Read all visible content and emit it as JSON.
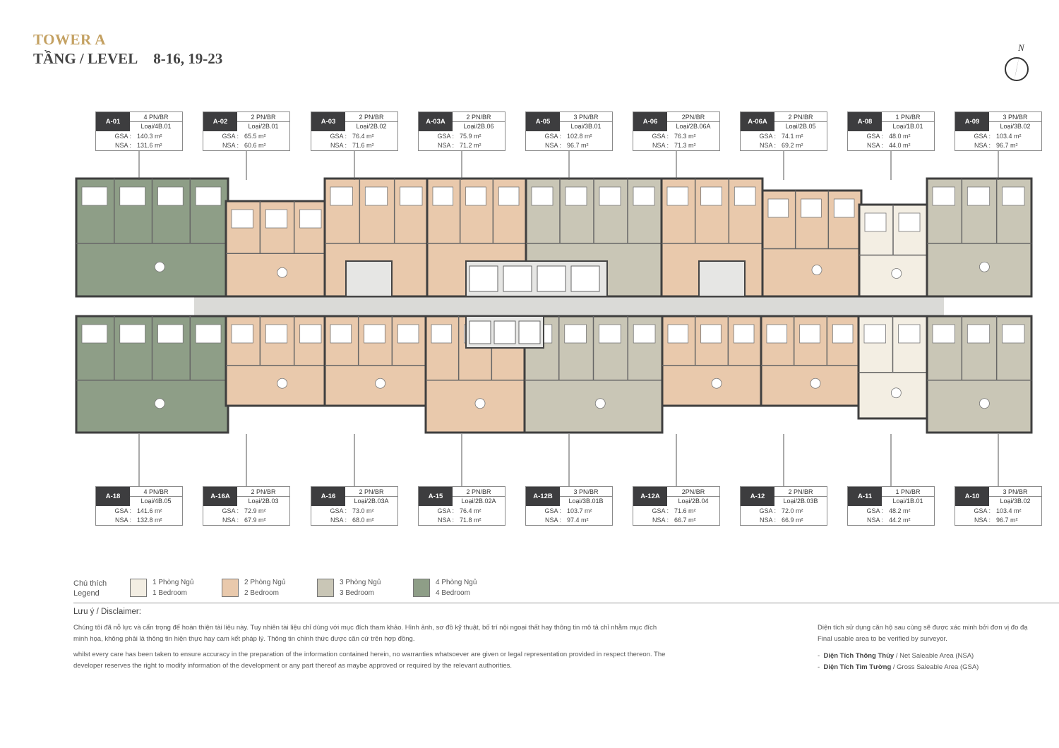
{
  "header": {
    "tower": "TOWER A",
    "level_label": "TẦNG / LEVEL",
    "level_range": "8-16, 19-23"
  },
  "compass": {
    "label": "N"
  },
  "area_labels": {
    "gsa": "GSA :",
    "nsa": "NSA :"
  },
  "colors": {
    "bed1": "#f3eee3",
    "bed2": "#e9c9ac",
    "bed3": "#c9c6b6",
    "bed4": "#8e9e87",
    "wall": "#3f3f3f",
    "corridor": "#dadad7"
  },
  "units_top": [
    {
      "id": "A-01",
      "br": "4 PN/BR",
      "type": "Loại/4B.01",
      "gsa": "140.3 m²",
      "nsa": "131.6 m²",
      "beds": 4
    },
    {
      "id": "A-02",
      "br": "2 PN/BR",
      "type": "Loại/2B.01",
      "gsa": "65.5 m²",
      "nsa": "60.6 m²",
      "beds": 2
    },
    {
      "id": "A-03",
      "br": "2 PN/BR",
      "type": "Loại/2B.02",
      "gsa": "76.4 m²",
      "nsa": "71.6 m²",
      "beds": 2
    },
    {
      "id": "A-03A",
      "br": "2 PN/BR",
      "type": "Loại/2B.06",
      "gsa": "75.9 m²",
      "nsa": "71.2 m²",
      "beds": 2
    },
    {
      "id": "A-05",
      "br": "3 PN/BR",
      "type": "Loại/3B.01",
      "gsa": "102.8 m²",
      "nsa": "96.7 m²",
      "beds": 3
    },
    {
      "id": "A-06",
      "br": "2PN/BR",
      "type": "Loại/2B.06A",
      "gsa": "76.3 m²",
      "nsa": "71.3 m²",
      "beds": 2
    },
    {
      "id": "A-06A",
      "br": "2 PN/BR",
      "type": "Loại/2B.05",
      "gsa": "74.1 m²",
      "nsa": "69.2 m²",
      "beds": 2
    },
    {
      "id": "A-08",
      "br": "1 PN/BR",
      "type": "Loại/1B.01",
      "gsa": "48.0 m²",
      "nsa": "44.0 m²",
      "beds": 1
    },
    {
      "id": "A-09",
      "br": "3 PN/BR",
      "type": "Loại/3B.02",
      "gsa": "103.4 m²",
      "nsa": "96.7 m²",
      "beds": 3
    }
  ],
  "units_bottom": [
    {
      "id": "A-18",
      "br": "4 PN/BR",
      "type": "Loại/4B.05",
      "gsa": "141.6 m²",
      "nsa": "132.8 m²",
      "beds": 4
    },
    {
      "id": "A-16A",
      "br": "2 PN/BR",
      "type": "Loại/2B.03",
      "gsa": "72.9 m²",
      "nsa": "67.9 m²",
      "beds": 2
    },
    {
      "id": "A-16",
      "br": "2 PN/BR",
      "type": "Loại/2B.03A",
      "gsa": "73.0 m²",
      "nsa": "68.0 m²",
      "beds": 2
    },
    {
      "id": "A-15",
      "br": "2 PN/BR",
      "type": "Loại/2B.02A",
      "gsa": "76.4 m²",
      "nsa": "71.8 m²",
      "beds": 2
    },
    {
      "id": "A-12B",
      "br": "3 PN/BR",
      "type": "Loại/3B.01B",
      "gsa": "103.7 m²",
      "nsa": "97.4 m²",
      "beds": 3
    },
    {
      "id": "A-12A",
      "br": "2PN/BR",
      "type": "Loại/2B.04",
      "gsa": "71.6 m²",
      "nsa": "66.7 m²",
      "beds": 2
    },
    {
      "id": "A-12",
      "br": "2 PN/BR",
      "type": "Loại/2B.03B",
      "gsa": "72.0 m²",
      "nsa": "66.9 m²",
      "beds": 2
    },
    {
      "id": "A-11",
      "br": "1 PN/BR",
      "type": "Loại/1B.01",
      "gsa": "48.2 m²",
      "nsa": "44.2 m²",
      "beds": 1
    },
    {
      "id": "A-10",
      "br": "3 PN/BR",
      "type": "Loại/3B.02",
      "gsa": "103.4 m²",
      "nsa": "96.7 m²",
      "beds": 3
    }
  ],
  "legend": {
    "title_vi": "Chú thích",
    "title_en": "Legend",
    "items": [
      {
        "vi": "1 Phòng Ngủ",
        "en": "1 Bedroom",
        "color": "#f3eee3"
      },
      {
        "vi": "2 Phòng Ngủ",
        "en": "2 Bedroom",
        "color": "#e9c9ac"
      },
      {
        "vi": "3 Phòng Ngủ",
        "en": "3 Bedroom",
        "color": "#c9c6b6"
      },
      {
        "vi": "4 Phòng Ngủ",
        "en": "4 Bedroom",
        "color": "#8e9e87"
      }
    ]
  },
  "disclaimer": {
    "title": "Lưu ý / Disclaimer:",
    "vi_line1": "Chúng tôi đã nỗ lực và cẩn trọng để hoàn thiện tài liệu này. Tuy nhiên tài liệu chỉ dùng với mục đích tham khảo. Hình ảnh, sơ đồ kỹ thuật, bố trí nội ngoại thất hay thông tin mô tả chỉ nhằm mục đích",
    "vi_line2": "minh họa, không phải là thông tin hiện thực hay cam kết pháp lý. Thông tin chính thức được căn cứ trên hợp đồng.",
    "en_line1": "whilst every care has been taken to ensure accuracy in the preparation of the information contained herein, no warranties whatsoever are given or legal representation provided in respect thereon. The",
    "en_line2": "developer reserves the right to modify information of the development or any part thereof as maybe approved or required by the relevant authorities.",
    "side_vi": "Diện tích sử dụng căn hộ sau cùng sẽ được xác minh bởi đơn vị đo đạ",
    "side_en": "Final usable area to be verified by surveyor.",
    "nsa_vi": "Diện Tích Thông Thủy",
    "nsa_en": " / Net Saleable Area (NSA)",
    "gsa_vi": "Diện Tích Tim Tường",
    "gsa_en": " / Gross Saleable Area (GSA)"
  }
}
